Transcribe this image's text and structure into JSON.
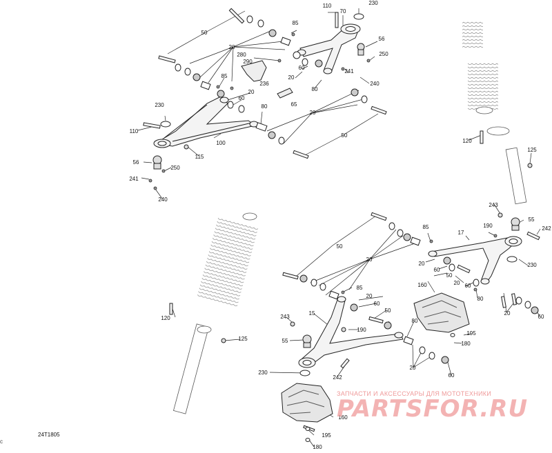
{
  "diagram": {
    "doc_code": "24T1805",
    "edge_mark": "c",
    "watermark": {
      "caption": "ЗАПЧАСТИ И АКСЕССУАРЫ ДЛЯ МОТОТЕХНИКИ",
      "logo_text": "PARTSFOR.RU"
    },
    "callouts": {
      "c50a": "50",
      "c110a": "110",
      "c70": "70",
      "c230a": "230",
      "c85a": "85",
      "c20a": "20",
      "c56a": "56",
      "c280": "280",
      "c250a": "250",
      "c290": "290",
      "c60a": "60",
      "c241a": "241",
      "c20b": "20",
      "c85b": "85",
      "c236": "236",
      "c240a": "240",
      "c80a": "80",
      "c20c": "20",
      "c60b": "60",
      "c65": "65",
      "c230b": "230",
      "c80b": "80",
      "c20d": "20",
      "c50b": "50",
      "c110b": "110",
      "c100": "100",
      "c115": "115",
      "c56b": "56",
      "c250b": "250",
      "c241b": "241",
      "c240b": "240",
      "c120a": "120",
      "c125a": "125",
      "c243a": "243",
      "c55a": "55",
      "c242a": "242",
      "c50c": "50",
      "c85c": "85",
      "c190a": "190",
      "c17": "17",
      "c20e": "20",
      "c60c": "60",
      "c230c": "230",
      "c50d": "50",
      "c20f": "20",
      "c80c": "80",
      "c160a": "160",
      "c20g": "20",
      "c60d": "60",
      "c120b": "120",
      "c85d": "85",
      "c20h": "20",
      "c60e": "60",
      "c50e": "50",
      "c243b": "243",
      "c15": "15",
      "c80d": "80",
      "c125b": "125",
      "c190b": "190",
      "c195a": "195",
      "c180a": "180",
      "c55b": "55",
      "c20i": "20",
      "c60f": "60",
      "c242b": "242",
      "c230d": "230",
      "c160b": "160",
      "c195b": "195",
      "c180b": "180"
    }
  }
}
